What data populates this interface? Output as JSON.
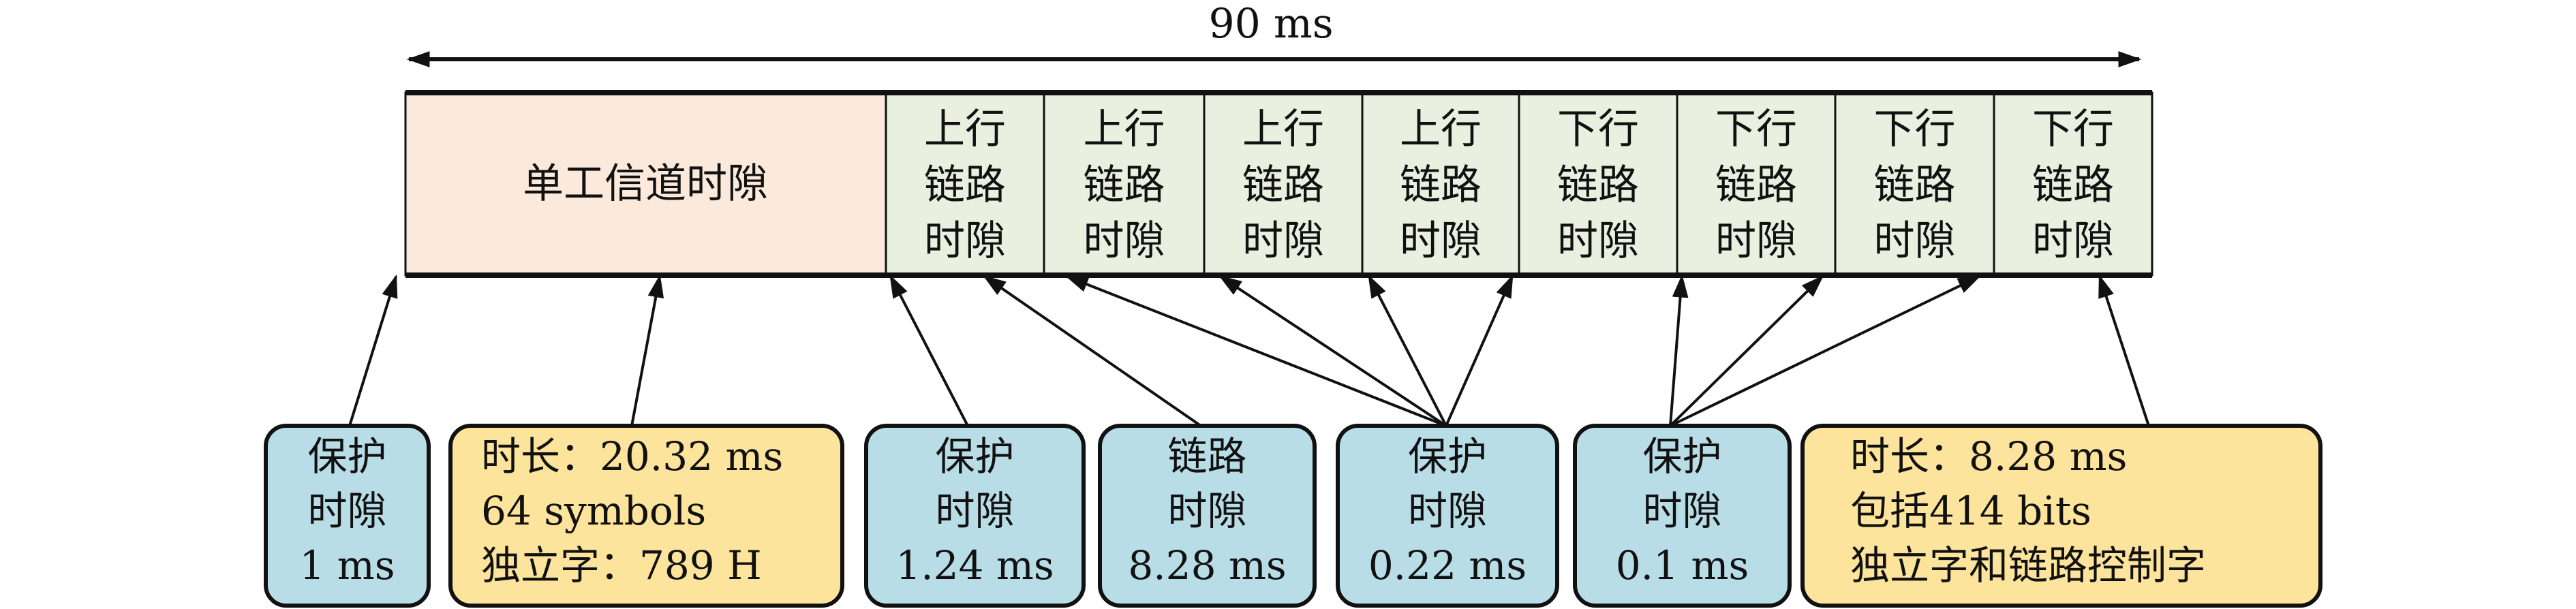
{
  "span_label": "90 ms",
  "frame": {
    "simplex_slot": "单工信道时隙",
    "slots": [
      [
        "上行",
        "链路",
        "时隙"
      ],
      [
        "上行",
        "链路",
        "时隙"
      ],
      [
        "上行",
        "链路",
        "时隙"
      ],
      [
        "上行",
        "链路",
        "时隙"
      ],
      [
        "下行",
        "链路",
        "时隙"
      ],
      [
        "下行",
        "链路",
        "时隙"
      ],
      [
        "下行",
        "链路",
        "时隙"
      ],
      [
        "下行",
        "链路",
        "时隙"
      ]
    ]
  },
  "callouts": [
    {
      "lines": [
        "保护",
        "时隙",
        "1 ms"
      ],
      "color": "#b9dde6"
    },
    {
      "lines": [
        "时长：20.32 ms",
        "64 symbols",
        "独立字：789 H"
      ],
      "color": "#fde49c"
    },
    {
      "lines": [
        "保护",
        "时隙",
        "1.24 ms"
      ],
      "color": "#b9dde6"
    },
    {
      "lines": [
        "链路",
        "时隙",
        "8.28 ms"
      ],
      "color": "#b9dde6"
    },
    {
      "lines": [
        "保护",
        "时隙",
        "0.22 ms"
      ],
      "color": "#b9dde6"
    },
    {
      "lines": [
        "保护",
        "时隙",
        "0.1 ms"
      ],
      "color": "#b9dde6"
    },
    {
      "lines": [
        "时长：8.28 ms",
        "包括414 bits",
        "独立字和链路控制字"
      ],
      "color": "#fde49c"
    }
  ],
  "colors": {
    "simplex": "#fbe9dc",
    "link": "#eaf0e0"
  }
}
